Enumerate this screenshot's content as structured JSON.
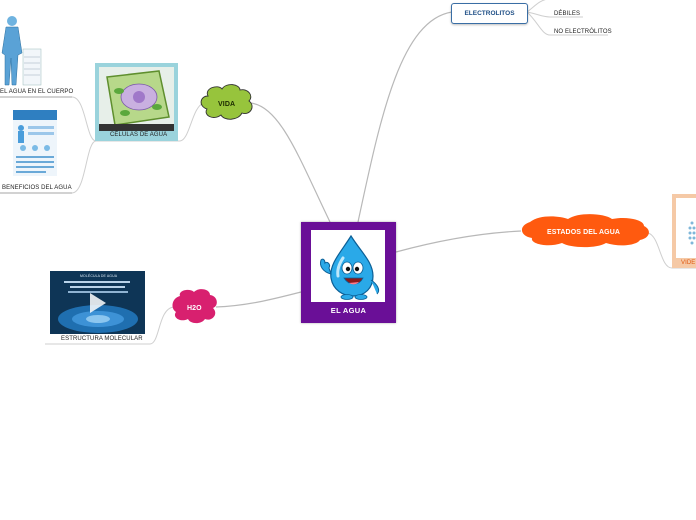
{
  "center": {
    "label": "EL AGUA",
    "icon": "water-drop-mascot"
  },
  "branches": {
    "electrolitos": {
      "label": "ELECTROLITOS",
      "children": [
        "DÉBILES",
        "NO ELECTRÓLITOS"
      ]
    },
    "vida": {
      "label": "VIDA",
      "children": [
        "CÉLULAS DE AGUA"
      ]
    },
    "cells_children": [
      "EL AGUA  EN EL CUERPO",
      "BENEFICIOS DEL  AGUA"
    ],
    "h2o": {
      "label": "H2O",
      "children": [
        "ESTRUCTURA MOLECULAR"
      ]
    },
    "estados": {
      "label": "ESTADOS DEL AGUA",
      "children": [
        "VIDE"
      ]
    }
  },
  "video_caption": "MOLÉCULA DE AGUA",
  "colors": {
    "center": "#6a0f97",
    "vida": "#97c43c",
    "h2o": "#d8206f",
    "estados": "#ff5a0f",
    "electrolitos_border": "#3a6ea5",
    "connector": "#b9b9b9"
  }
}
